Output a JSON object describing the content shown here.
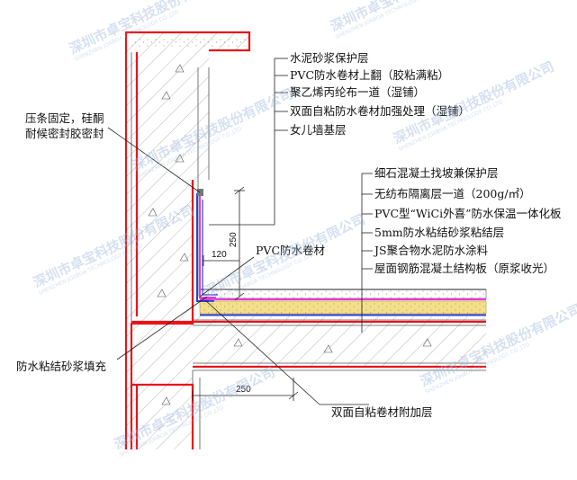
{
  "labels": {
    "cement_protect": "水泥砂浆保护层",
    "pvc_upturn": "PVC防水卷材上翻（胶粘满粘）",
    "pe_fabric": "聚乙烯丙纶布一道（湿铺）",
    "self_adhesive_reinforce": "双面自粘防水卷材加强处理（湿铺）",
    "parapet_base": "女儿墙基层",
    "fine_concrete": "细石混凝土找坡兼保护层",
    "nonwoven": "无纺布隔离层一道（200g/㎡）",
    "pvc_wici": "PVC型“WiCi外喜”防水保温一体化板",
    "mortar_5mm": "5mm防水粘结砂浆粘结层",
    "js_coating": "JS聚合物水泥防水涂料",
    "slab": "屋面钢筋混凝土结构板（原浆收光）",
    "press_strip_line1": "压条固定，硅酮",
    "press_strip_line2": "耐候密封胶密封",
    "pvc_membrane": "PVC防水卷材",
    "mortar_fill": "防水粘结砂浆填充",
    "self_adhesive_extra": "双面自粘卷材附加层"
  },
  "dimensions": {
    "vertical_upturn": "250",
    "corner_offset": "120",
    "bottom_extension": "250"
  },
  "watermark": {
    "text": "深圳市卓宝科技股份有限公司",
    "subtext": "SHENZHEN JOABOA TECHNOLOGY CO.,LTD"
  },
  "colors": {
    "outline_red": "#e8141a",
    "membrane_blue": "#2c3fd6",
    "membrane_magenta": "#e33ad8",
    "insulation_yellow": "#f4df8a",
    "hatch_gray": "#777777",
    "watermark_blue": "#9fb6dd"
  }
}
